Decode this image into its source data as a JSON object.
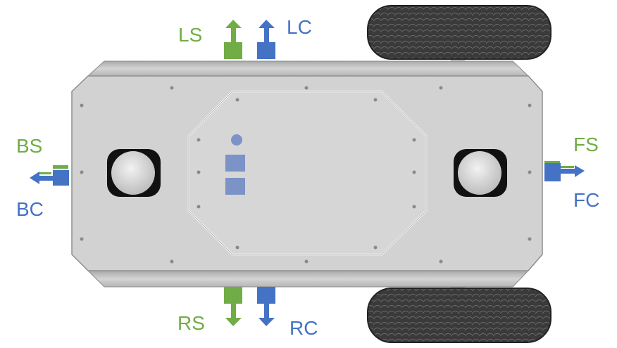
{
  "colors": {
    "static": "#70AD47",
    "cable": "#4472C4"
  },
  "labels": {
    "left_static": "LS",
    "left_cable": "LC",
    "right_static": "RS",
    "right_cable": "RC",
    "back_static": "BS",
    "back_cable": "BC",
    "front_static": "FS",
    "front_cable": "FC"
  }
}
